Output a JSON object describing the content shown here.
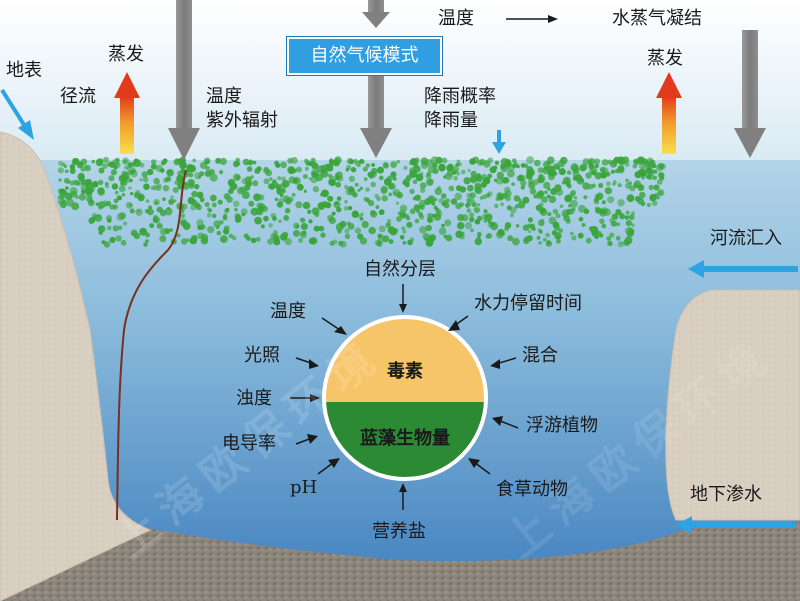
{
  "top": {
    "mode_box": "自然气候模式",
    "temperature_top": "温度",
    "vapor_condensation": "水蒸气凝结",
    "evaporation_left": "蒸发",
    "evaporation_right": "蒸发",
    "surface": "地表",
    "runoff": "径流",
    "temp_uv_line1": "温度",
    "temp_uv_line2": "紫外辐射",
    "rain_line1": "降雨概率",
    "rain_line2": "降雨量"
  },
  "side": {
    "river_inflow": "河流汇入",
    "groundwater": "地下渗水"
  },
  "core": {
    "toxin": "毒素",
    "cyano_biomass": "蓝藻生物量"
  },
  "factors": {
    "stratification": "自然分层",
    "temperature": "温度",
    "retention_time": "水力停留时间",
    "light": "光照",
    "mixing": "混合",
    "turbidity": "浊度",
    "plankton": "浮游植物",
    "conductivity": "电导率",
    "ph": "pH",
    "grazers": "食草动物",
    "nutrients": "营养盐"
  },
  "watermark": "上海欧保环境",
  "colors": {
    "sky": "#dcecf5",
    "water_top": "#a9cde4",
    "water_bottom": "#3f7fbe",
    "bank": "#d9cfc0",
    "sediment": "#8d867c",
    "algae": "#3aa53a",
    "toxin": "#f7c569",
    "biomass": "#2c8a35",
    "arrow_gray": "#8b8b8b",
    "arrow_blue": "#2ea3e3",
    "box_blue": "#2f9fe2"
  }
}
